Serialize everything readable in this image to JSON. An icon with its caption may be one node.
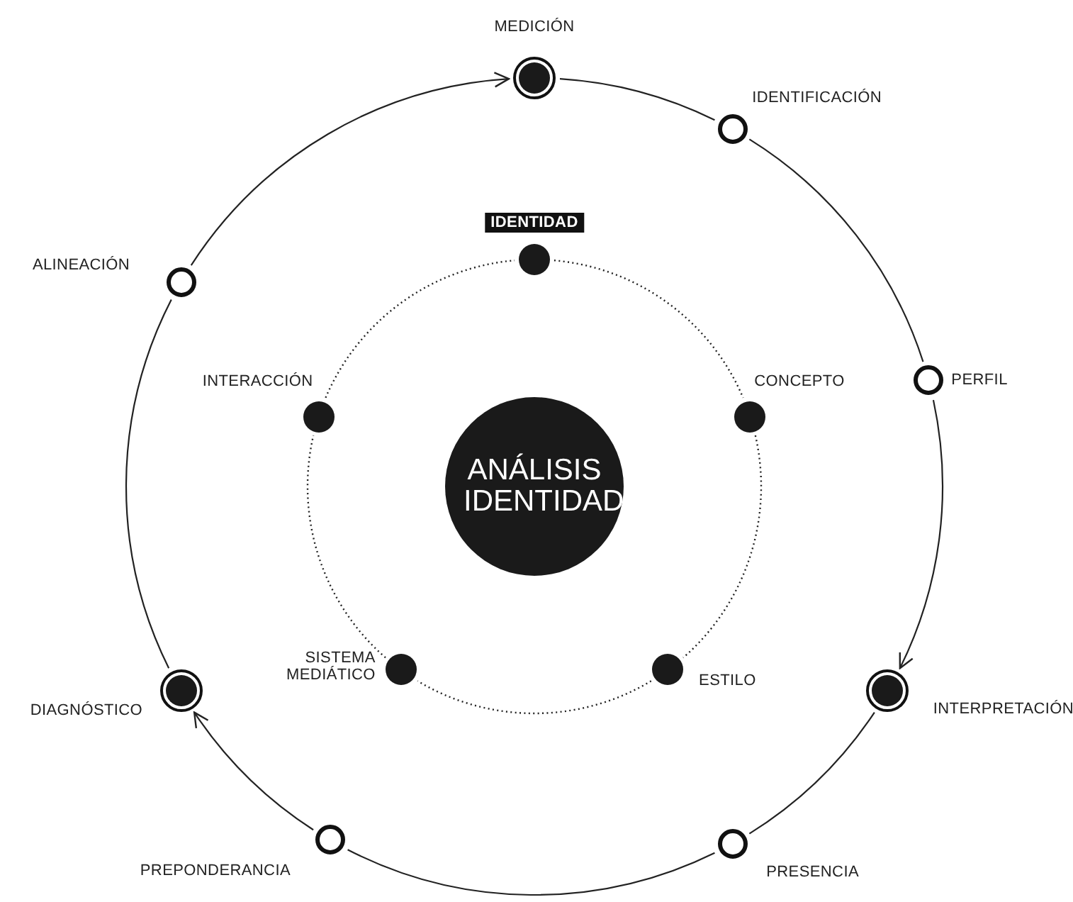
{
  "diagram": {
    "nodes": [
      {
        "text": [
          "MEDICIÓN"
        ]
      },
      {
        "text": [
          "IDENTIFICACIÓN"
        ]
      },
      {
        "text": [
          "PERFIL"
        ]
      },
      {
        "text": [
          "INTERPRETACIÓN"
        ]
      },
      {
        "text": [
          "PRESENCIA"
        ]
      },
      {
        "text": [
          "PREPONDERANCIA"
        ]
      },
      {
        "text": [
          "DIAGNÓSTICO"
        ]
      },
      {
        "text": [
          "ALINEACIÓN"
        ]
      },
      {
        "text": [
          "IDENTIDAD"
        ]
      },
      {
        "text": [
          "CONCEPTO"
        ]
      },
      {
        "text": [
          "ESTILO"
        ]
      },
      {
        "text": [
          "SISTEMA MEDIÁTICO"
        ]
      },
      {
        "text": [
          "INTERACCIÓN"
        ]
      },
      {
        "text": [
          "ANÁLISIS IDENTIDAD"
        ]
      }
    ],
    "edges": [
      {
        "from": 0,
        "to": 1,
        "arrow": "none"
      },
      {
        "from": 1,
        "to": 2,
        "arrow": "none"
      },
      {
        "from": 2,
        "to": 3,
        "arrow": "to"
      },
      {
        "from": 3,
        "to": 4,
        "arrow": "none"
      },
      {
        "from": 4,
        "to": 5,
        "arrow": "none"
      },
      {
        "from": 5,
        "to": 6,
        "arrow": "to"
      },
      {
        "from": 6,
        "to": 7,
        "arrow": "none"
      },
      {
        "from": 7,
        "to": 0,
        "arrow": "to"
      },
      {
        "from": 8,
        "to": 9,
        "arrow": "none",
        "style": "dashed"
      },
      {
        "from": 9,
        "to": 10,
        "arrow": "none",
        "style": "dashed"
      },
      {
        "from": 10,
        "to": 11,
        "arrow": "none",
        "style": "dashed"
      },
      {
        "from": 11,
        "to": 12,
        "arrow": "none",
        "style": "dashed"
      },
      {
        "from": 12,
        "to": 8,
        "arrow": "none",
        "style": "dashed"
      }
    ]
  }
}
